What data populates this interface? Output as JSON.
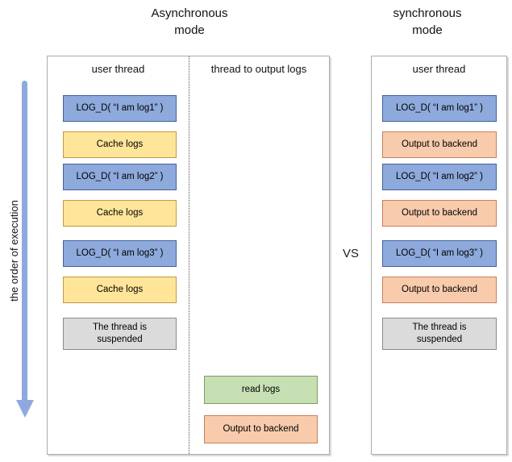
{
  "vs_label": "VS",
  "execution_axis_label": "the order of execution",
  "async_panel": {
    "title": "Asynchronous\nmode",
    "columns": [
      {
        "header": "user thread",
        "boxes": [
          {
            "label": "LOG_D( “I am log1” )",
            "type": "log-call"
          },
          {
            "label": "Cache logs",
            "type": "cache"
          },
          {
            "label": "LOG_D( “I am log2” )",
            "type": "log-call"
          },
          {
            "label": "Cache logs",
            "type": "cache"
          },
          {
            "label": "LOG_D( “I am log3” )",
            "type": "log-call"
          },
          {
            "label": "Cache logs",
            "type": "cache"
          },
          {
            "label": "The thread is\nsuspended",
            "type": "suspended"
          }
        ]
      },
      {
        "header": "thread to output logs",
        "boxes": [
          {
            "label": "read logs",
            "type": "read"
          },
          {
            "label": "Output to backend",
            "type": "output"
          }
        ]
      }
    ]
  },
  "sync_panel": {
    "title": "synchronous\nmode",
    "columns": [
      {
        "header": "user thread",
        "boxes": [
          {
            "label": "LOG_D( “I am log1” )",
            "type": "log-call"
          },
          {
            "label": "Output to backend",
            "type": "output"
          },
          {
            "label": "LOG_D( “I am log2” )",
            "type": "log-call"
          },
          {
            "label": "Output to backend",
            "type": "output"
          },
          {
            "label": "LOG_D( “I am log3” )",
            "type": "log-call"
          },
          {
            "label": "Output to backend",
            "type": "output"
          },
          {
            "label": "The thread is\nsuspended",
            "type": "suspended"
          }
        ]
      }
    ]
  },
  "colors": {
    "log_call_fill": "#8EA9DB",
    "log_call_border": "#44619D",
    "cache_fill": "#FFE599",
    "cache_border": "#C2993E",
    "output_fill": "#F8CBAD",
    "output_border": "#C87E5A",
    "read_fill": "#C6E0B4",
    "read_border": "#7C9C62",
    "suspended_fill": "#DBDBDB",
    "suspended_border": "#8A8A8A",
    "arrow": "#8FA9DE"
  }
}
